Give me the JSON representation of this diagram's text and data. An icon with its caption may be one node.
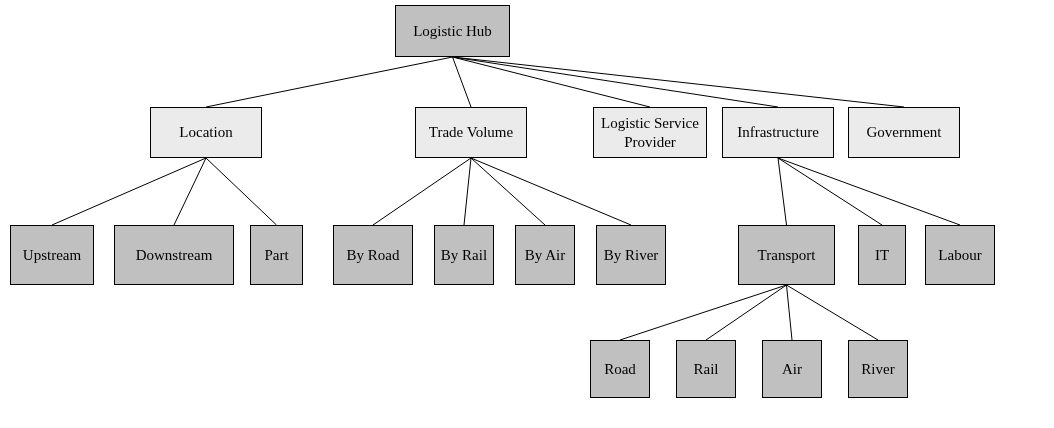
{
  "diagram": {
    "nodes": [
      {
        "text": [
          "Logistic Hub"
        ]
      },
      {
        "text": [
          "Location"
        ]
      },
      {
        "text": [
          "Trade Volume"
        ]
      },
      {
        "text": [
          "Logistic Service Provider"
        ]
      },
      {
        "text": [
          "Infrastructure"
        ]
      },
      {
        "text": [
          "Government"
        ]
      },
      {
        "text": [
          "Upstream"
        ]
      },
      {
        "text": [
          "Downstream"
        ]
      },
      {
        "text": [
          "Part"
        ]
      },
      {
        "text": [
          "By Road"
        ]
      },
      {
        "text": [
          "By Rail"
        ]
      },
      {
        "text": [
          "By Air"
        ]
      },
      {
        "text": [
          "By River"
        ]
      },
      {
        "text": [
          "Transport"
        ]
      },
      {
        "text": [
          "IT"
        ]
      },
      {
        "text": [
          "Labour"
        ]
      },
      {
        "text": [
          "Road"
        ]
      },
      {
        "text": [
          "Rail"
        ]
      },
      {
        "text": [
          "Air"
        ]
      },
      {
        "text": [
          "River"
        ]
      }
    ],
    "edges": [
      {
        "from": 0,
        "to": 1,
        "arrow": "none"
      },
      {
        "from": 0,
        "to": 2,
        "arrow": "none"
      },
      {
        "from": 0,
        "to": 3,
        "arrow": "none"
      },
      {
        "from": 0,
        "to": 4,
        "arrow": "none"
      },
      {
        "from": 0,
        "to": 5,
        "arrow": "none"
      },
      {
        "from": 1,
        "to": 6,
        "arrow": "none"
      },
      {
        "from": 1,
        "to": 7,
        "arrow": "none"
      },
      {
        "from": 1,
        "to": 8,
        "arrow": "none"
      },
      {
        "from": 2,
        "to": 9,
        "arrow": "none"
      },
      {
        "from": 2,
        "to": 10,
        "arrow": "none"
      },
      {
        "from": 2,
        "to": 11,
        "arrow": "none"
      },
      {
        "from": 2,
        "to": 12,
        "arrow": "none"
      },
      {
        "from": 4,
        "to": 13,
        "arrow": "none"
      },
      {
        "from": 4,
        "to": 14,
        "arrow": "none"
      },
      {
        "from": 4,
        "to": 15,
        "arrow": "none"
      },
      {
        "from": 13,
        "to": 16,
        "arrow": "none"
      },
      {
        "from": 13,
        "to": 17,
        "arrow": "none"
      },
      {
        "from": 13,
        "to": 18,
        "arrow": "none"
      },
      {
        "from": 13,
        "to": 19,
        "arrow": "none"
      }
    ]
  }
}
